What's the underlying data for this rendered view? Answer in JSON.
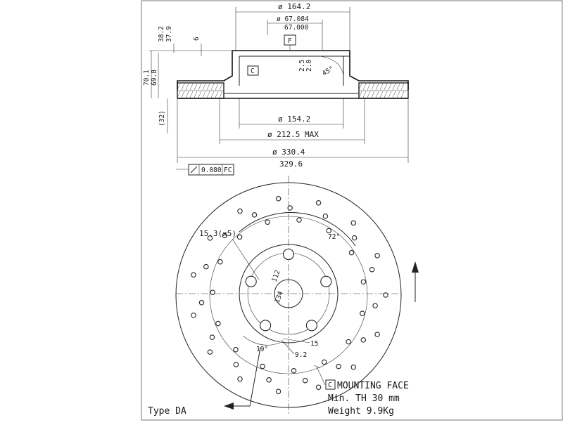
{
  "drawing": {
    "dims": {
      "d164": "ø 164.2",
      "d67a": "ø 67.084",
      "d67b": "67.000",
      "h382": "38.2",
      "h379": "37.9",
      "h6": "6",
      "datumF": "F",
      "datumC": "C",
      "h25": "2.5",
      "h20": "2.0",
      "ang45": "45°",
      "h701": "70.1",
      "h698": "69.8",
      "h32": "(32)",
      "d154": "ø 154.2",
      "d212": "ø 212.5 MAX",
      "d330": "ø 330.4",
      "d329": "329.6",
      "tol": "0.080",
      "tolRef": "FC"
    },
    "face": {
      "holes": "15.3(x5)",
      "ang72": "72°",
      "pcd112": "112",
      "pcd134": "134",
      "d15": "15",
      "d92": "9.2",
      "ang19": "19°"
    },
    "notes": {
      "mounting_key": "C",
      "mounting": "MOUNTING FACE",
      "minth": "Min. TH 30 mm",
      "weight": "Weight  9.9Kg",
      "type": "Type DA"
    }
  }
}
